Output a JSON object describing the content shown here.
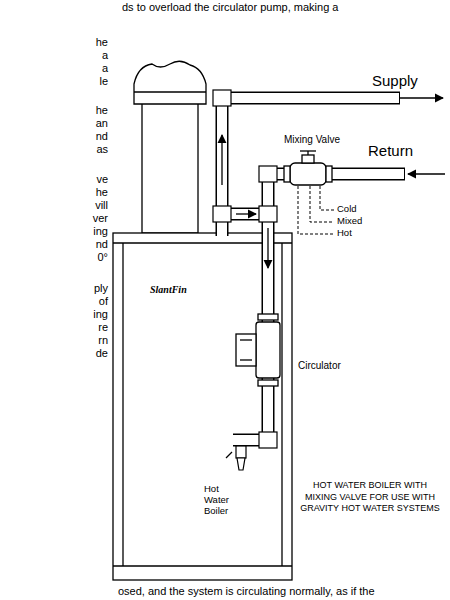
{
  "diagram": {
    "caption": "HOT WATER BOILER WITH MIXING VALVE FOR USE WITH GRAVITY HOT WATER SYSTEMS",
    "labels": [
      "ds to overload the circulator pump, making a",
      "he",
      "a",
      "a",
      "le",
      "he",
      "an",
      "nd",
      "as",
      "ve",
      "he",
      "vill",
      "ver",
      "ing",
      "nd",
      "0°",
      "ply",
      "of",
      "ing",
      "re",
      "rn",
      "de",
      "Supply",
      "Mixing Valve",
      "Return",
      "Cold",
      "Mixed",
      "Hot",
      "SlantFin",
      "Circulator",
      "Hot Water Boiler",
      "osed, and the system is circulating normally, as if the"
    ]
  }
}
